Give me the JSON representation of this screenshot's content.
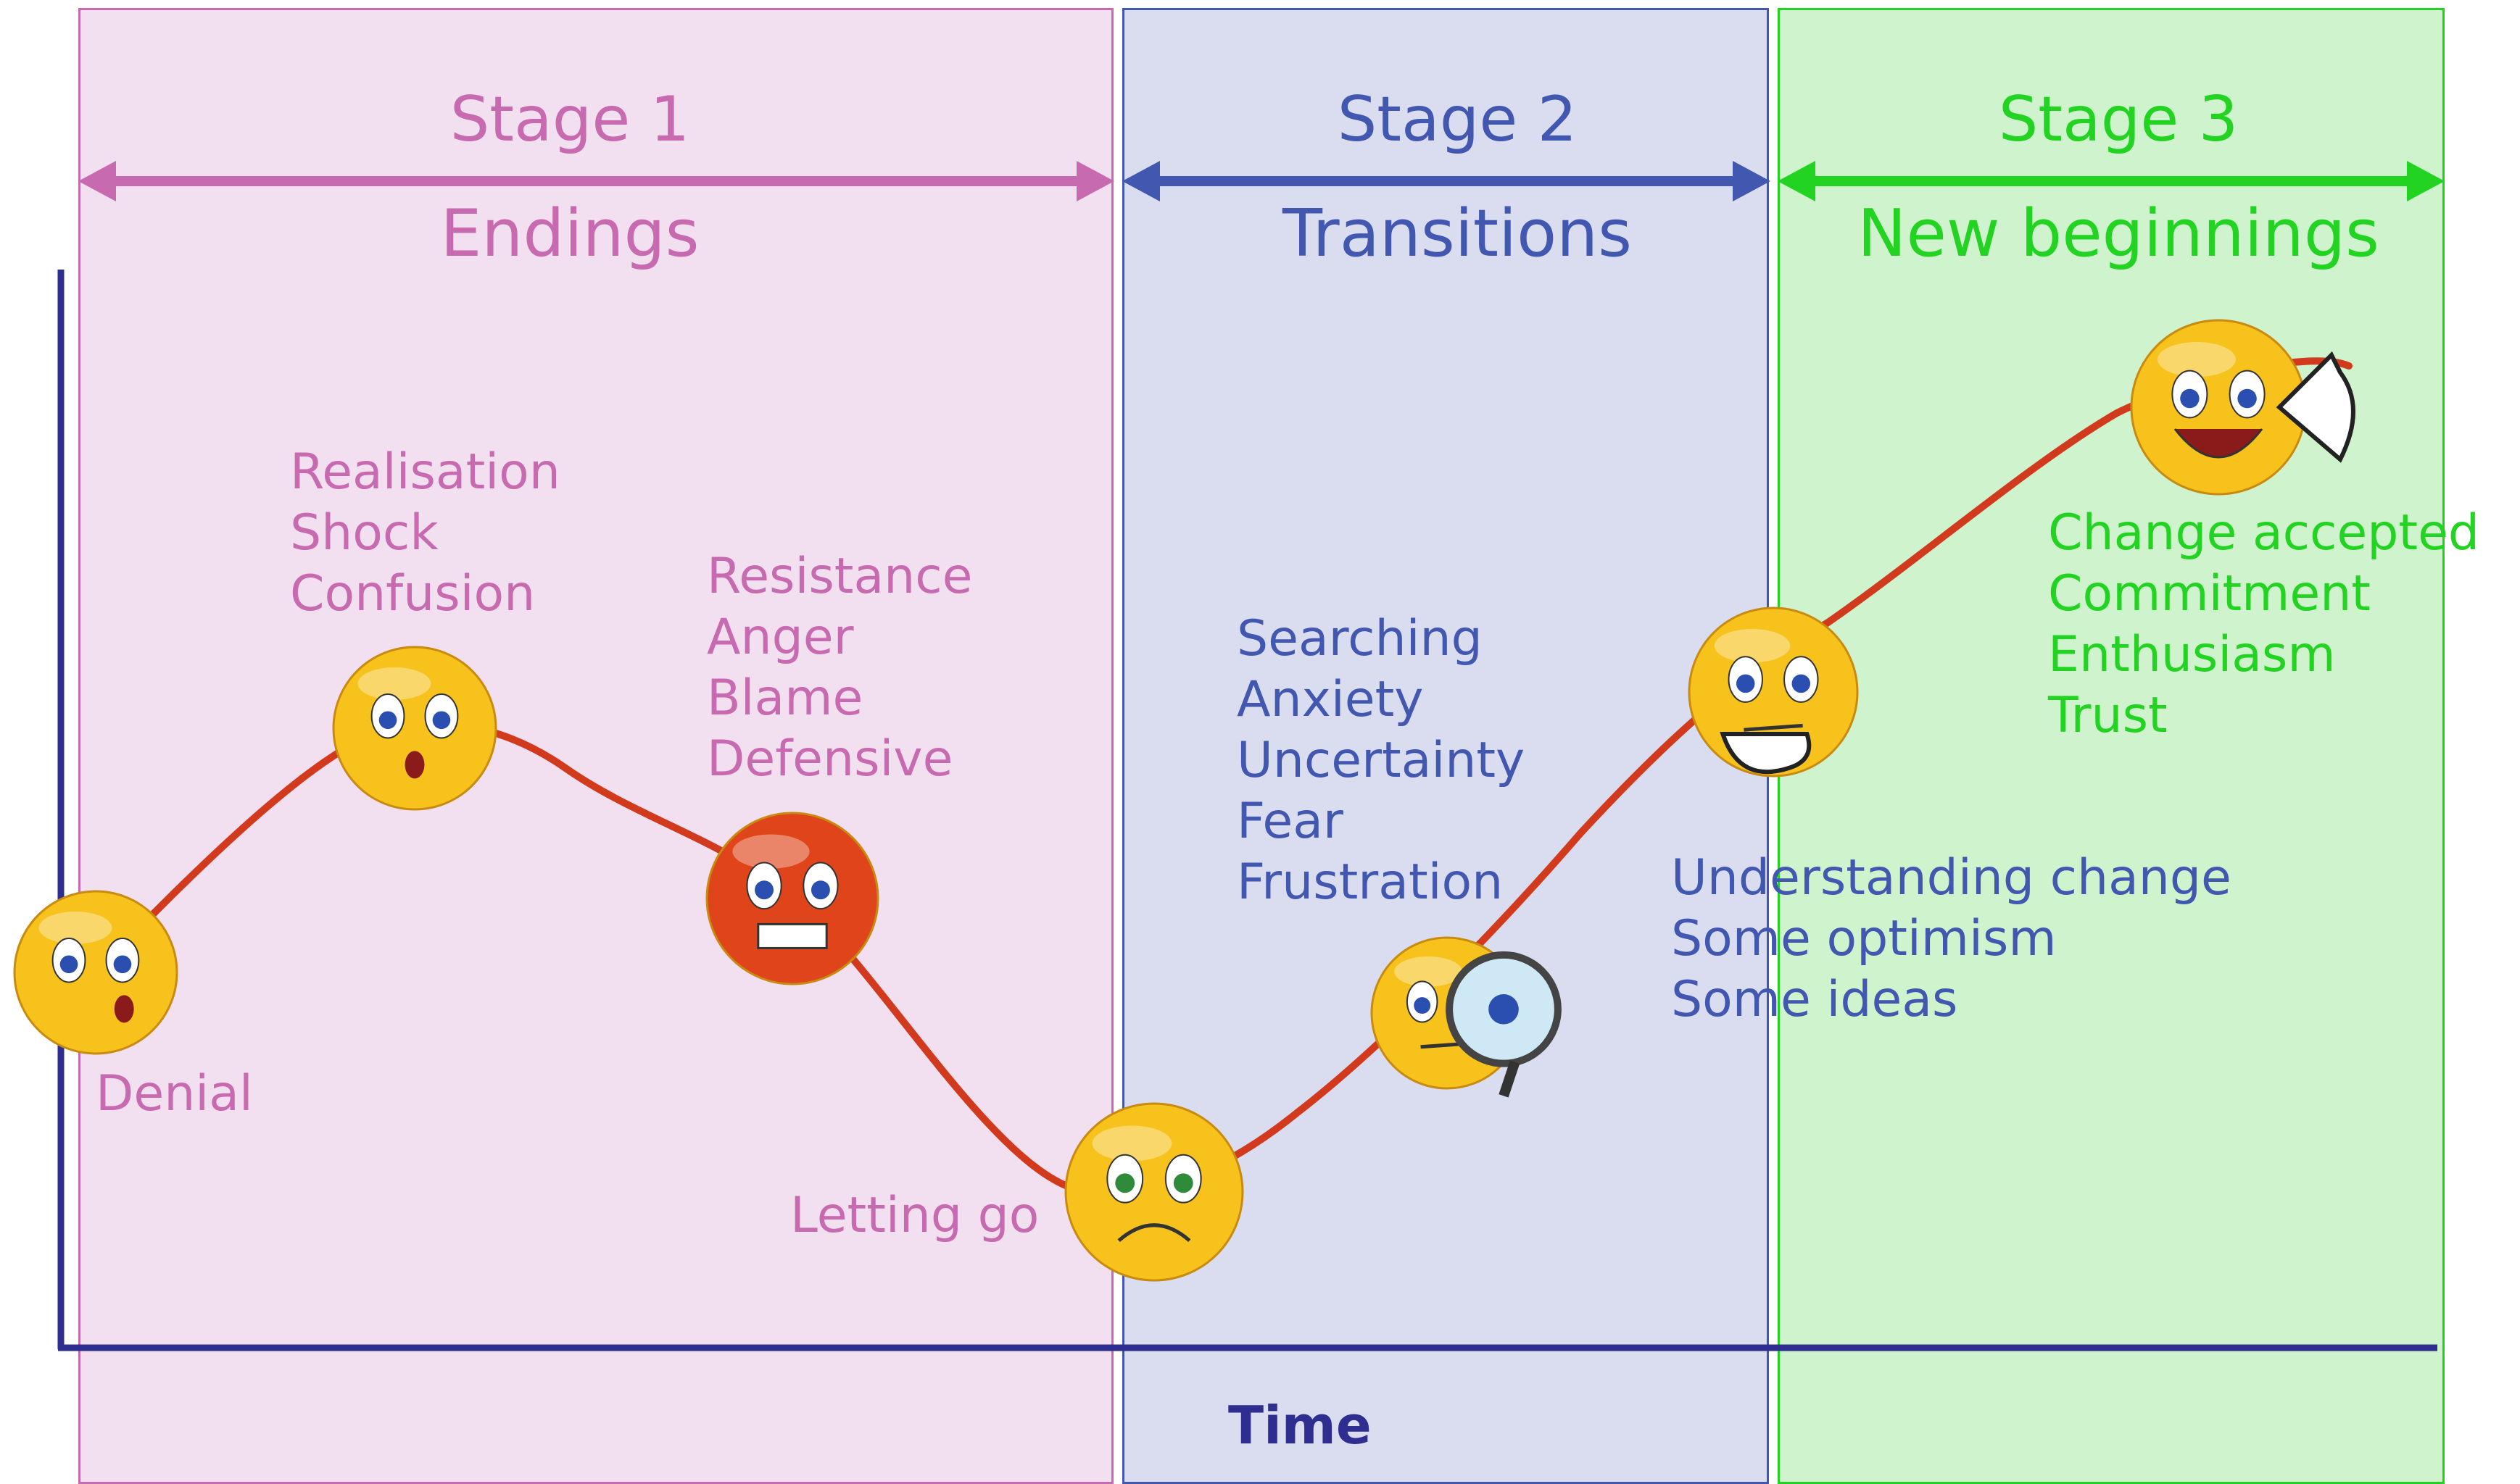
{
  "colors": {
    "stage1": "#c76ab0",
    "stage2": "#4258b0",
    "stage3": "#22d322",
    "band1": "#f2dff0",
    "band2": "#d9ddef",
    "band3": "#cff3cc",
    "axis": "#2e2e90",
    "curve": "#d23a1e",
    "face": "#f8c21c"
  },
  "stages": [
    {
      "title": "Stage 1",
      "subtitle": "Endings"
    },
    {
      "title": "Stage 2",
      "subtitle": "Transitions"
    },
    {
      "title": "Stage 3",
      "subtitle": "New beginnings"
    }
  ],
  "labels": {
    "denial": "Denial",
    "realisation": [
      "Realisation",
      "Shock",
      "Confusion"
    ],
    "resistance": [
      "Resistance",
      "Anger",
      "Blame",
      "Defensive"
    ],
    "letting_go": "Letting go",
    "searching": [
      "Searching",
      "Anxiety",
      "Uncertainty",
      "Fear",
      "Frustration"
    ],
    "understanding": [
      "Understanding change",
      "Some optimism",
      "Some ideas"
    ],
    "accepted": [
      "Change accepted",
      "Commitment",
      "Enthusiasm",
      "Trust"
    ]
  },
  "axis": {
    "x_label": "Time"
  },
  "faces": [
    {
      "name": "denial-face-icon",
      "mood": "singing"
    },
    {
      "name": "shocked-face-icon",
      "mood": "shocked"
    },
    {
      "name": "angry-face-icon",
      "mood": "angry"
    },
    {
      "name": "sad-face-icon",
      "mood": "sad"
    },
    {
      "name": "searching-face-icon",
      "mood": "searching"
    },
    {
      "name": "thinking-face-icon",
      "mood": "thinking"
    },
    {
      "name": "happy-face-icon",
      "mood": "happy"
    }
  ]
}
